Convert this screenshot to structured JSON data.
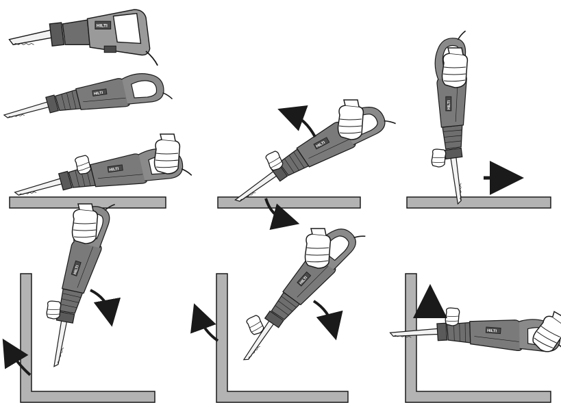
{
  "brand_logo": "HILTI",
  "colors": {
    "body_dark": "#4a4a4a",
    "body_mid": "#7a7a7a",
    "body_light": "#a8a8a8",
    "surface": "#b3b3b3",
    "outline": "#1a1a1a",
    "glove": "#ffffff",
    "blade": "#f2f2f2",
    "arrow": "#1a1a1a"
  },
  "panels": [
    {
      "id": "saw-side-view",
      "description_icon": "reciprocating-saw-icon"
    },
    {
      "id": "saw-three-quarter-view",
      "description_icon": "reciprocating-saw-icon"
    },
    {
      "id": "flat-cut-start",
      "description_icon": "hand-grip-icon"
    },
    {
      "id": "plunge-tilt",
      "description_icon": "rotate-arrow-icon"
    },
    {
      "id": "vertical-cut",
      "description_icon": "right-arrow-icon"
    },
    {
      "id": "corner-plunge-left",
      "description_icon": "rotate-arrow-icon"
    },
    {
      "id": "corner-plunge-angle",
      "description_icon": "rotate-arrow-icon"
    },
    {
      "id": "flush-cut-wall",
      "description_icon": "up-arrow-icon"
    }
  ]
}
